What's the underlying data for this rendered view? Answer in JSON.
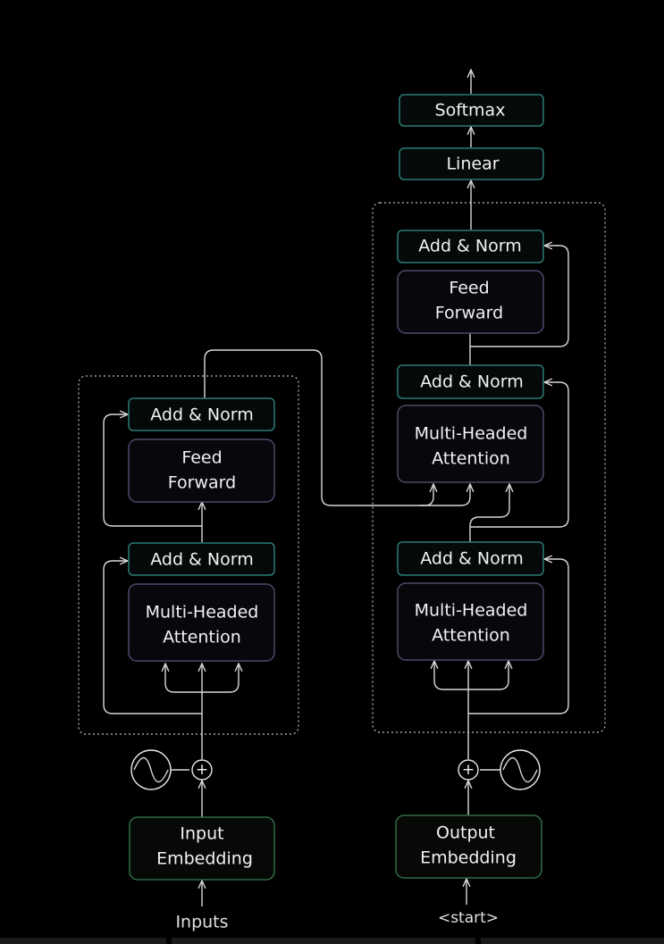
{
  "diagram": {
    "encoder": {
      "add_norm_top": "Add & Norm",
      "feed_forward_line1": "Feed",
      "feed_forward_line2": "Forward",
      "add_norm_bottom": "Add & Norm",
      "attention_line1": "Multi-Headed",
      "attention_line2": "Attention",
      "embedding_line1": "Input",
      "embedding_line2": "Embedding",
      "input_label": "Inputs",
      "add_symbol": "+",
      "positional_icon": "sine-wave-icon"
    },
    "decoder": {
      "softmax": "Softmax",
      "linear": "Linear",
      "add_norm_top": "Add & Norm",
      "feed_forward_line1": "Feed",
      "feed_forward_line2": "Forward",
      "add_norm_middle": "Add & Norm",
      "cross_attention_line1": "Multi-Headed",
      "cross_attention_line2": "Attention",
      "add_norm_bottom": "Add & Norm",
      "self_attention_line1": "Multi-Headed",
      "self_attention_line2": "Attention",
      "embedding_line1": "Output",
      "embedding_line2": "Embedding",
      "input_label": "<start>",
      "add_symbol": "+",
      "positional_icon": "sine-wave-icon"
    },
    "colors": {
      "background": "#000000",
      "add_norm_border": "#2b7a74",
      "sublayer_border": "#4c4a6b",
      "embedding_border": "#2f6b45",
      "wire": "#d8d8d8",
      "text": "#f2f2f2"
    }
  }
}
